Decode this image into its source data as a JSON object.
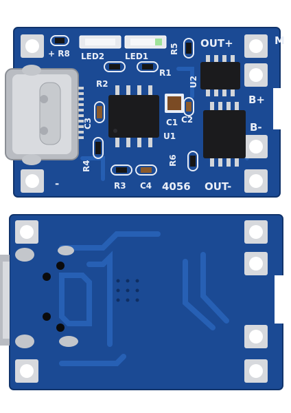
{
  "board_top": {
    "labels": {
      "plus_r8": "+ R8",
      "led2": "LED2",
      "led1": "LED1",
      "r5": "R5",
      "out_plus": "OUT+",
      "m": "M",
      "r2": "R2",
      "r1": "R1",
      "u2": "U2",
      "b_plus": "B+",
      "c3": "C3",
      "c1": "C1",
      "c2": "C2",
      "u1": "U1",
      "b_minus": "B-",
      "r4": "R4",
      "r6": "R6",
      "r3": "R3",
      "c4": "C4",
      "model": "4056",
      "out_minus": "OUT-",
      "minus": "-"
    }
  },
  "colors": {
    "board": "#1b4a94",
    "trace": "#245cae",
    "silkscreen": "#e9eef7",
    "pad": "#c9ccd1",
    "chip": "#1b1b1d"
  }
}
